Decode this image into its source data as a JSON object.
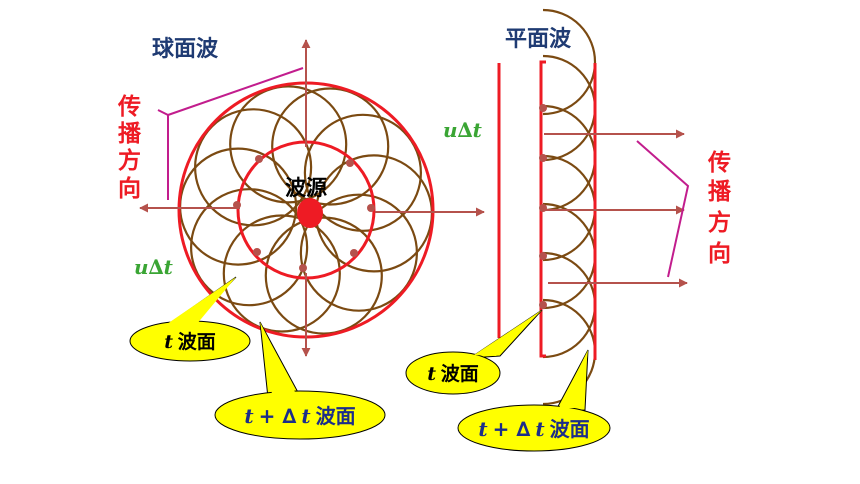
{
  "spherical": {
    "title": "球面波",
    "propagation_label": [
      "传",
      "播",
      "方",
      "向"
    ],
    "source_label": "波源",
    "u_dt_label": "u∆t",
    "callout_t": {
      "var": "t",
      "text": "波面"
    },
    "callout_tdt": {
      "var": "t",
      "plus": " + ∆",
      "var2": "t",
      "text": "波面"
    }
  },
  "plane": {
    "title": "平面波",
    "propagation_label": [
      "传",
      "播",
      "方",
      "向"
    ],
    "u_dt_label": "u∆t",
    "callout_t": {
      "var": "t",
      "text": " 波面"
    },
    "callout_tdt": {
      "var": "t",
      "plus": " + ∆",
      "var2": "t",
      "text": "波面"
    }
  },
  "colors": {
    "wavefront": "#ee1b24",
    "wavelet": "#7b4a12",
    "arrow": "#b5524c",
    "title_blue": "#1f3b73",
    "label_red": "#ee1b24",
    "label_green": "#3aa534",
    "callout_fill": "#ffff00",
    "callout_text_blue": "#1b2d8a",
    "source_dot": "#ee1b24",
    "leader_magenta": "#c21d8d"
  }
}
